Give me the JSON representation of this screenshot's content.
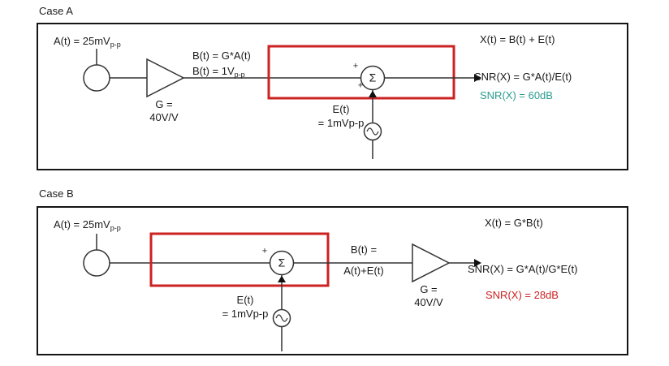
{
  "colors": {
    "outline": "#333333",
    "box_border": "#151515",
    "red_highlight": "#cc2222",
    "teal_result": "#2a9d8f",
    "red_result": "#cc2222"
  },
  "case_a": {
    "title": "Case A",
    "source_label_main": "A(t) = 25mV",
    "source_label_sub": "p-p",
    "gain_label_line1": "G =",
    "gain_label_line2": "40V/V",
    "b_label_line1": "B(t) = G*A(t)",
    "b_label_line2_main": "B(t) = 1V",
    "b_label_line2_sub": "p-p",
    "sigma": "Σ",
    "plus_top": "+",
    "plus_bottom": "+",
    "noise_label_line1": "E(t)",
    "noise_label_line2": "= 1mVp-p",
    "output_equation": "X(t) = B(t) + E(t)",
    "snr_equation": "SNR(X) = G*A(t)/E(t)",
    "snr_result": "SNR(X) = 60dB"
  },
  "case_b": {
    "title": "Case B",
    "source_label_main": "A(t) = 25mV",
    "source_label_sub": "p-p",
    "b_label_line1": "B(t) =",
    "b_label_line2": "A(t)+E(t)",
    "gain_label_line1": "G =",
    "gain_label_line2": "40V/V",
    "sigma": "Σ",
    "plus_top": "+",
    "noise_label_line1": "E(t)",
    "noise_label_line2": "= 1mVp-p",
    "output_equation": "X(t) = G*B(t)",
    "snr_equation": "SNR(X) = G*A(t)/G*E(t)",
    "snr_result": "SNR(X) = 28dB"
  }
}
